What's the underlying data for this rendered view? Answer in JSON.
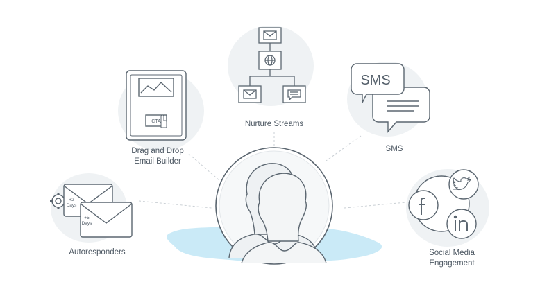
{
  "features": {
    "nurture_streams": {
      "label": "Nurture Streams"
    },
    "sms": {
      "label": "SMS",
      "bubble_text": "SMS"
    },
    "email_builder": {
      "label_line1": "Drag and Drop",
      "label_line2": "Email Builder",
      "cta_text": "CTA"
    },
    "autoresponders": {
      "label": "Autoresponders",
      "delay1_line1": "+2",
      "delay1_line2": "Days",
      "delay2_line1": "+5",
      "delay2_line2": "Days"
    },
    "social_media": {
      "label_line1": "Social Media",
      "label_line2": "Engagement"
    }
  },
  "icons": {
    "center": "contacts-silhouettes-icon",
    "nurture": [
      "mail-node-icon",
      "globe-node-icon",
      "mail-node-icon",
      "message-node-icon"
    ],
    "sms": "chat-bubbles-icon",
    "builder": "email-template-icon",
    "autoresponders": [
      "gear-icon",
      "envelope-icon",
      "envelope-icon"
    ],
    "social": [
      "twitter-icon",
      "facebook-icon",
      "linkedin-icon"
    ]
  },
  "colors": {
    "stroke": "#5b6670",
    "splash": "#bfe6f5",
    "blob": "#eef1f3"
  }
}
